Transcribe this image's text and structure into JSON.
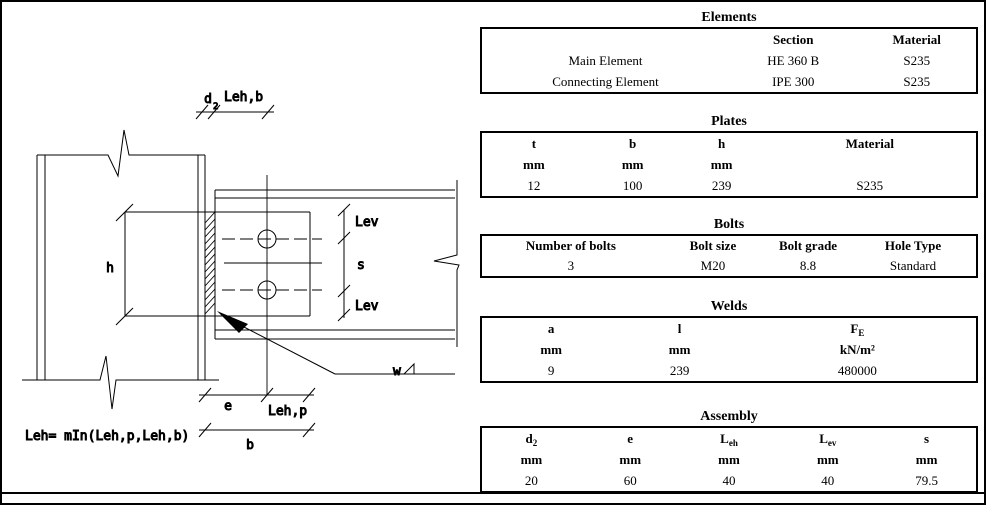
{
  "colors": {
    "line": "#000000",
    "background": "#ffffff",
    "text": "#000000"
  },
  "drawing": {
    "labels": {
      "h": "h",
      "lev_top": "Lev",
      "s": "s",
      "lev_bottom": "Lev",
      "d": "d",
      "d_sub": "2",
      "leh_b": "Leh,b",
      "e": "e",
      "leh_p": "Leh,p",
      "b": "b",
      "w": "w",
      "formula": "Leh= mIn(Leh,p,Leh,b)"
    }
  },
  "tables": {
    "elements": {
      "title": "Elements",
      "header": [
        "",
        "Section",
        "Material"
      ],
      "rows": [
        [
          "Main Element",
          "HE 360 B",
          "S235"
        ],
        [
          "Connecting Element",
          "IPE 300",
          "S235"
        ]
      ]
    },
    "plates": {
      "title": "Plates",
      "header": [
        "t",
        "b",
        "h",
        "Material"
      ],
      "units": [
        "mm",
        "mm",
        "mm",
        ""
      ],
      "values": [
        "12",
        "100",
        "239",
        "S235"
      ]
    },
    "bolts": {
      "title": "Bolts",
      "header": [
        "Number of bolts",
        "Bolt size",
        "Bolt grade",
        "Hole Type"
      ],
      "values": [
        "3",
        "M20",
        "8.8",
        "Standard"
      ]
    },
    "welds": {
      "title": "Welds",
      "header_a": "a",
      "header_l": "l",
      "header_f": {
        "main": "F",
        "sub": "E"
      },
      "units": [
        "mm",
        "mm",
        "kN/m²"
      ],
      "values": [
        "9",
        "239",
        "480000"
      ]
    },
    "assembly": {
      "title": "Assembly",
      "header_d": {
        "main": "d",
        "sub": "2"
      },
      "header_e": "e",
      "header_leh": {
        "main": "L",
        "sub": "eh"
      },
      "header_lev": {
        "main": "L",
        "sub": "ev"
      },
      "header_s": "s",
      "units": [
        "mm",
        "mm",
        "mm",
        "mm",
        "mm"
      ],
      "values": [
        "20",
        "60",
        "40",
        "40",
        "79.5"
      ]
    }
  }
}
